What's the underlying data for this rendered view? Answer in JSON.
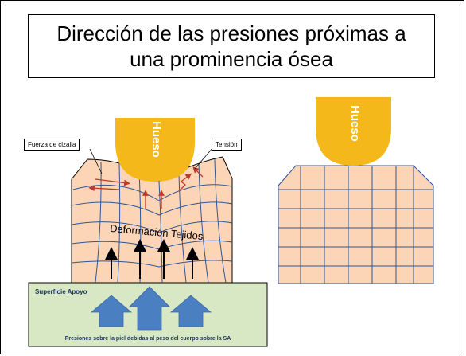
{
  "title": {
    "line1": "Dirección de las presiones próximas a",
    "line2": "una prominencia ósea"
  },
  "left_diagram": {
    "bone_label": "Hueso",
    "shear_label": "Fuerza de cizalla",
    "tension_label": "Tensión",
    "deformation_label": "Deformación Tejidos",
    "support_label": "Superficie Apoyo",
    "pressure_caption": "Presiones sobre la piel debidas al peso del cuerpo sobre la SA"
  },
  "right_diagram": {
    "bone_label": "Hueso"
  },
  "colors": {
    "bone": "#f5b81a",
    "tissue": "#fbd5b5",
    "grid": "#2f5597",
    "support": "#d8e8c4",
    "pressure_arrow": "#4a7fc1",
    "force_arrow": "#c0392b"
  }
}
